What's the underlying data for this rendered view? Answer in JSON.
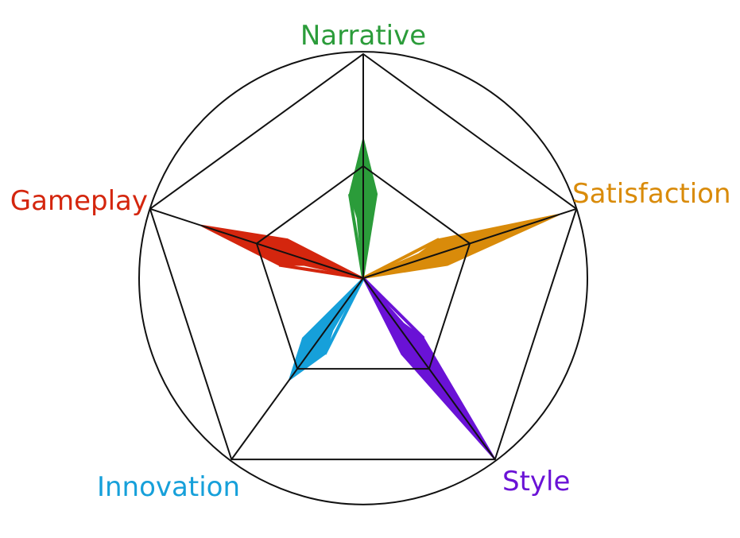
{
  "diagram": {
    "axes": [
      {
        "key": "narrative",
        "label": "Narrative",
        "color": "#2b9c3a",
        "level": 0.62
      },
      {
        "key": "satisfaction",
        "label": "Satisfaction",
        "color": "#d98b0a",
        "level": 0.92
      },
      {
        "key": "style",
        "label": "Style",
        "color": "#6a12d6",
        "level": 1.0
      },
      {
        "key": "innovation",
        "label": "Innovation",
        "color": "#16a0da",
        "level": 0.56
      },
      {
        "key": "gameplay",
        "label": "Gameplay",
        "color": "#d4260e",
        "level": 0.76
      }
    ],
    "rings": 3,
    "outer_circle": true,
    "line_color": "#111111"
  }
}
